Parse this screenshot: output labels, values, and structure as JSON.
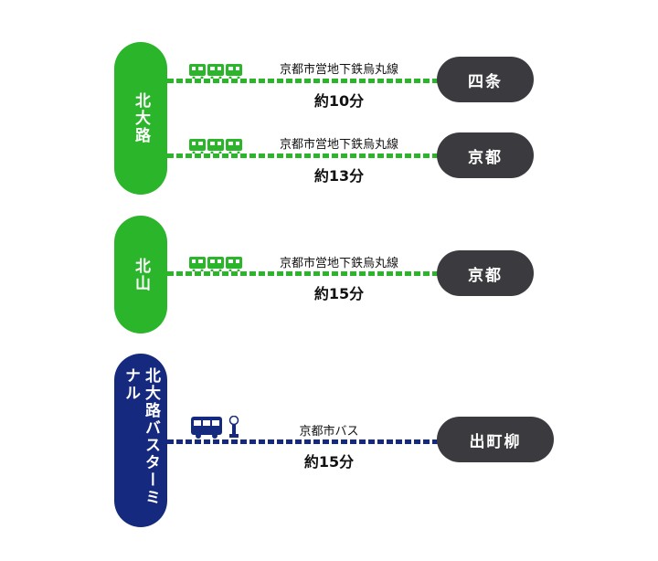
{
  "routes": [
    {
      "origin": "北大路",
      "origin_color": "#2ab52a",
      "legs": [
        {
          "line": "京都市営地下鉄烏丸線",
          "time": "約10分",
          "destination": "四条",
          "vehicle": "subway-icon"
        },
        {
          "line": "京都市営地下鉄烏丸線",
          "time": "約13分",
          "destination": "京都",
          "vehicle": "subway-icon"
        }
      ]
    },
    {
      "origin": "北山",
      "origin_color": "#2ab52a",
      "legs": [
        {
          "line": "京都市営地下鉄烏丸線",
          "time": "約15分",
          "destination": "京都",
          "vehicle": "subway-icon"
        }
      ]
    },
    {
      "origin": "北大路バスターミナル",
      "origin_color": "#152a7e",
      "legs": [
        {
          "line": "京都市バス",
          "time": "約15分",
          "destination": "出町柳",
          "vehicle": "bus-icon"
        }
      ]
    }
  ],
  "colors": {
    "subway": "#2ab52a",
    "bus": "#152a7e",
    "destination_bg": "#3b3b3f"
  }
}
